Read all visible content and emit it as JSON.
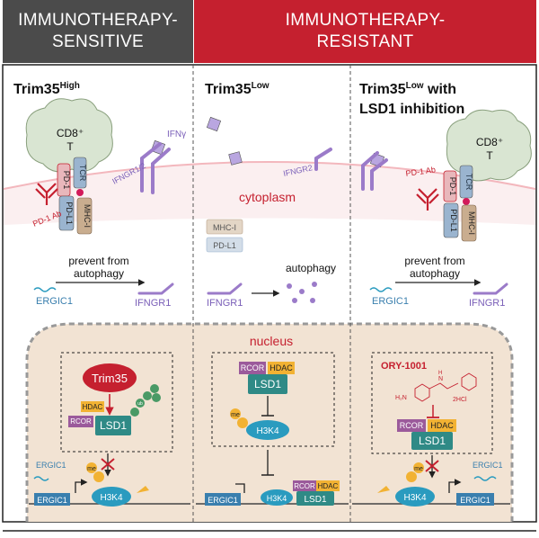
{
  "headers": {
    "sensitive_line1": "IMMUNOTHERAPY-",
    "sensitive_line2": "SENSITIVE",
    "resistant_line1": "IMMUNOTHERAPY-",
    "resistant_line2": "RESISTANT"
  },
  "panels": {
    "left": {
      "title_main": "Trim35",
      "title_sup": "High",
      "cd8": "CD8⁺",
      "cd8_t": "T",
      "tcr": "TCR",
      "pd1": "PD-1",
      "pdl1": "PD-L1",
      "mhc": "MHC-I",
      "pd1ab": "PD-1 Ab",
      "ifng": "IFNγ",
      "ifngr": "IFNGR1/2",
      "prevent": "prevent from",
      "autophagy": "autophagy",
      "ergic": "ERGIC1",
      "ifngr1": "IFNGR1",
      "trim35": "Trim35",
      "hdac": "HDAC",
      "rcor": "RCOR",
      "lsd1": "LSD1",
      "ub": "ub",
      "me": "me",
      "h3k4": "H3K4",
      "ergic_gene": "ERGIC1",
      "ergic_mrna": "ERGIC1"
    },
    "middle": {
      "title_main": "Trim35",
      "title_sup": "Low",
      "ifngr2": "IFNGR2",
      "cytoplasm": "cytoplasm",
      "mhc": "MHC-I",
      "pdl1": "PD-L1",
      "autophagy": "autophagy",
      "ifngr1": "IFNGR1",
      "nucleus": "nucleus",
      "rcor": "RCOR",
      "hdac": "HDAC",
      "lsd1": "LSD1",
      "me": "me",
      "h3k4": "H3K4",
      "ergic_gene": "ERGIC1",
      "h3k4_bottom": "H3K4",
      "rcor_bottom": "RCOR",
      "hdac_bottom": "HDAC",
      "lsd1_bottom": "LSD1"
    },
    "right": {
      "title_line1_main": "Trim35",
      "title_line1_sup": "Low",
      "title_line1_rest": " with",
      "title_line2": "LSD1 inhibition",
      "cd8": "CD8⁺",
      "cd8_t": "T",
      "pd1ab": "PD-1 Ab",
      "pd1": "PD-1",
      "tcr": "TCR",
      "pdl1": "PD-L1",
      "mhc": "MHC-I",
      "prevent": "prevent from",
      "autophagy": "autophagy",
      "ergic": "ERGIC1",
      "ifngr1": "IFNGR1",
      "ory": "ORY-1001",
      "h2n": "H₂N",
      "nh": "N",
      "h": "H",
      "hcl": "2HCl",
      "rcor": "RCOR",
      "hdac": "HDAC",
      "lsd1": "LSD1",
      "me": "me",
      "h3k4": "H3K4",
      "ergic_gene": "ERGIC1",
      "ergic_mrna": "ERGIC1"
    }
  },
  "colors": {
    "sensitive_header": "#4b4b4b",
    "resistant_header": "#c5202f",
    "tcell": "#d9e5d2",
    "membrane": "#f3c8cc",
    "nucleus": "#f2e3d3",
    "receptor": "#9b7bc9",
    "lsd1": "#2f8a86",
    "trim35": "#c5202f",
    "hdac": "#f2b233",
    "rcor": "#9b5a9b",
    "h3k4": "#2a9bbf",
    "pdl1": "#9ab4cf",
    "mhc": "#c9ad8f"
  }
}
